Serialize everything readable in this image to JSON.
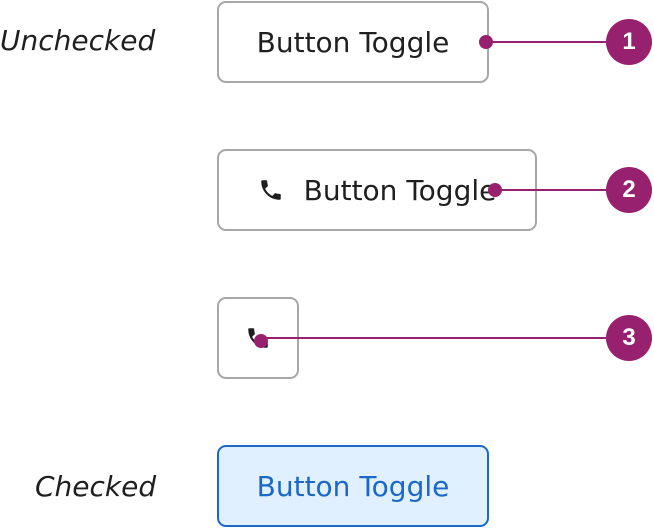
{
  "labels": {
    "unchecked": "Unchecked",
    "checked": "Checked"
  },
  "toggles": [
    {
      "label": "Button Toggle",
      "icon": "phone-icon",
      "state": "unchecked",
      "variant": "text-only"
    },
    {
      "label": "Button Toggle",
      "icon": "phone-icon",
      "state": "unchecked",
      "variant": "icon-and-text"
    },
    {
      "label": "",
      "icon": "phone-icon",
      "state": "unchecked",
      "variant": "icon-only"
    },
    {
      "label": "Button Toggle",
      "icon": "phone-icon",
      "state": "checked",
      "variant": "text-only"
    }
  ],
  "callouts": [
    {
      "number": "1"
    },
    {
      "number": "2"
    },
    {
      "number": "3"
    }
  ],
  "colors": {
    "accent": "#97206f",
    "checked_text": "#1c68c8",
    "checked_fill": "#e0f0ff",
    "border": "#a7a7a7"
  }
}
